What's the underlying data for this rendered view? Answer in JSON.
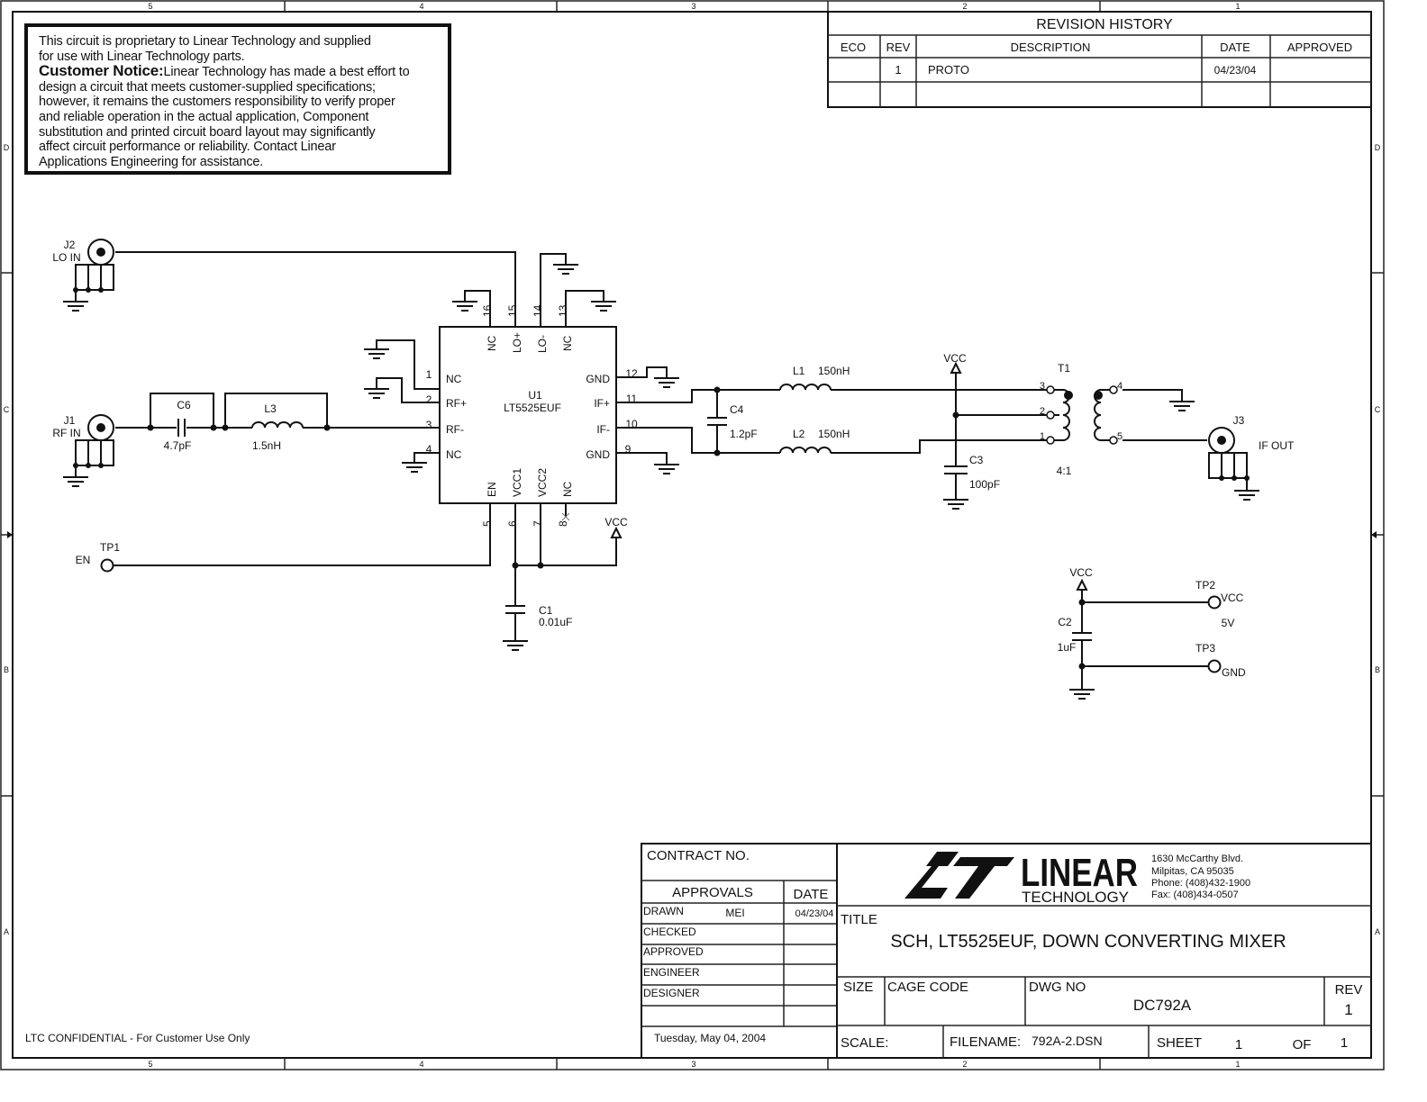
{
  "border": {
    "zones_top": [
      "5",
      "4",
      "3",
      "2",
      "1"
    ],
    "zones_bottom": [
      "5",
      "4",
      "3",
      "2",
      "1"
    ],
    "zones_side": [
      "D",
      "C",
      "B",
      "A"
    ]
  },
  "notice": {
    "line1": "This circuit is proprietary to Linear Technology and supplied",
    "line2": "for use with Linear Technology parts.",
    "heading": "Customer Notice:",
    "body1": "Linear Technology has made a best effort to",
    "body2": "design a circuit that meets customer-supplied specifications;",
    "body3": "however, it remains the customers responsibility to verify proper",
    "body4": " and reliable operation in the actual application, Component",
    "body5": "substitution and printed circuit board layout may significantly",
    "body6": "affect circuit performance or reliability. Contact Linear",
    "body7": " Applications Engineering for assistance."
  },
  "revision_history": {
    "title": "REVISION HISTORY",
    "headers": [
      "ECO",
      "REV",
      "DESCRIPTION",
      "DATE",
      "APPROVED"
    ],
    "rows": [
      [
        "",
        "1",
        "PROTO",
        "04/23/04",
        ""
      ],
      [
        "",
        "",
        "",
        "",
        ""
      ]
    ]
  },
  "schematic": {
    "u1": {
      "ref": "U1",
      "part": "LT5525EUF",
      "pins_left": [
        {
          "num": "1",
          "name": "NC"
        },
        {
          "num": "2",
          "name": "RF+"
        },
        {
          "num": "3",
          "name": "RF-"
        },
        {
          "num": "4",
          "name": "NC"
        }
      ],
      "pins_right": [
        {
          "num": "12",
          "name": "GND"
        },
        {
          "num": "11",
          "name": "IF+"
        },
        {
          "num": "10",
          "name": "IF-"
        },
        {
          "num": "9",
          "name": "GND"
        }
      ],
      "pins_top": [
        {
          "num": "16",
          "name": "NC"
        },
        {
          "num": "15",
          "name": "LO+"
        },
        {
          "num": "14",
          "name": "LO-"
        },
        {
          "num": "13",
          "name": "NC"
        }
      ],
      "pins_bottom": [
        {
          "num": "5",
          "name": "EN"
        },
        {
          "num": "6",
          "name": "VCC1"
        },
        {
          "num": "7",
          "name": "VCC2"
        },
        {
          "num": "8",
          "name": "NC"
        }
      ]
    },
    "j2": {
      "ref": "J2",
      "label": "LO IN"
    },
    "j1": {
      "ref": "J1",
      "label": "RF IN"
    },
    "j3": {
      "ref": "J3",
      "label": "IF OUT"
    },
    "c6": {
      "ref": "C6",
      "value": "4.7pF"
    },
    "l3": {
      "ref": "L3",
      "value": "1.5nH"
    },
    "c4": {
      "ref": "C4",
      "value": "1.2pF"
    },
    "l1": {
      "ref": "L1",
      "value": "150nH"
    },
    "l2": {
      "ref": "L2",
      "value": "150nH"
    },
    "c3": {
      "ref": "C3",
      "value": "100pF"
    },
    "c1": {
      "ref": "C1",
      "value": "0.01uF"
    },
    "c2": {
      "ref": "C2",
      "value": "1uF"
    },
    "t1": {
      "ref": "T1",
      "ratio": "4:1",
      "pins": [
        "3",
        "2",
        "1",
        "4",
        "5"
      ]
    },
    "tp1": {
      "ref": "TP1",
      "label": "EN"
    },
    "tp2": {
      "ref": "TP2",
      "label": "VCC",
      "note": "5V"
    },
    "tp3": {
      "ref": "TP3",
      "label": "GND"
    },
    "vcc_label": "VCC"
  },
  "title_block": {
    "contract_no": "CONTRACT NO.",
    "approvals": "APPROVALS",
    "date": "DATE",
    "rows": [
      {
        "role": "DRAWN",
        "name": "MEI",
        "date": "04/23/04"
      },
      {
        "role": "CHECKED",
        "name": "",
        "date": ""
      },
      {
        "role": "APPROVED",
        "name": "",
        "date": ""
      },
      {
        "role": "ENGINEER",
        "name": "",
        "date": ""
      },
      {
        "role": "DESIGNER",
        "name": "",
        "date": ""
      },
      {
        "role": "",
        "name": "",
        "date": ""
      }
    ],
    "print_date": "Tuesday, May 04, 2004",
    "company_word": "LINEAR",
    "company_sub": "TECHNOLOGY",
    "address": [
      "1630 McCarthy Blvd.",
      "Milpitas, CA 95035",
      "Phone: (408)432-1900",
      "Fax: (408)434-0507"
    ],
    "title_label": "TITLE",
    "title": "SCH, LT5525EUF, DOWN CONVERTING MIXER",
    "size_label": "SIZE",
    "cage_label": "CAGE CODE",
    "dwg_label": "DWG NO",
    "dwg_no": "DC792A",
    "rev_label": "REV",
    "rev": "1",
    "scale_label": "SCALE:",
    "filename_label": "FILENAME:",
    "filename": "792A-2.DSN",
    "sheet_label": "SHEET",
    "sheet": "1",
    "of_label": "OF",
    "of": "1"
  },
  "footer": {
    "confidential": "LTC CONFIDENTIAL - For Customer Use Only"
  }
}
